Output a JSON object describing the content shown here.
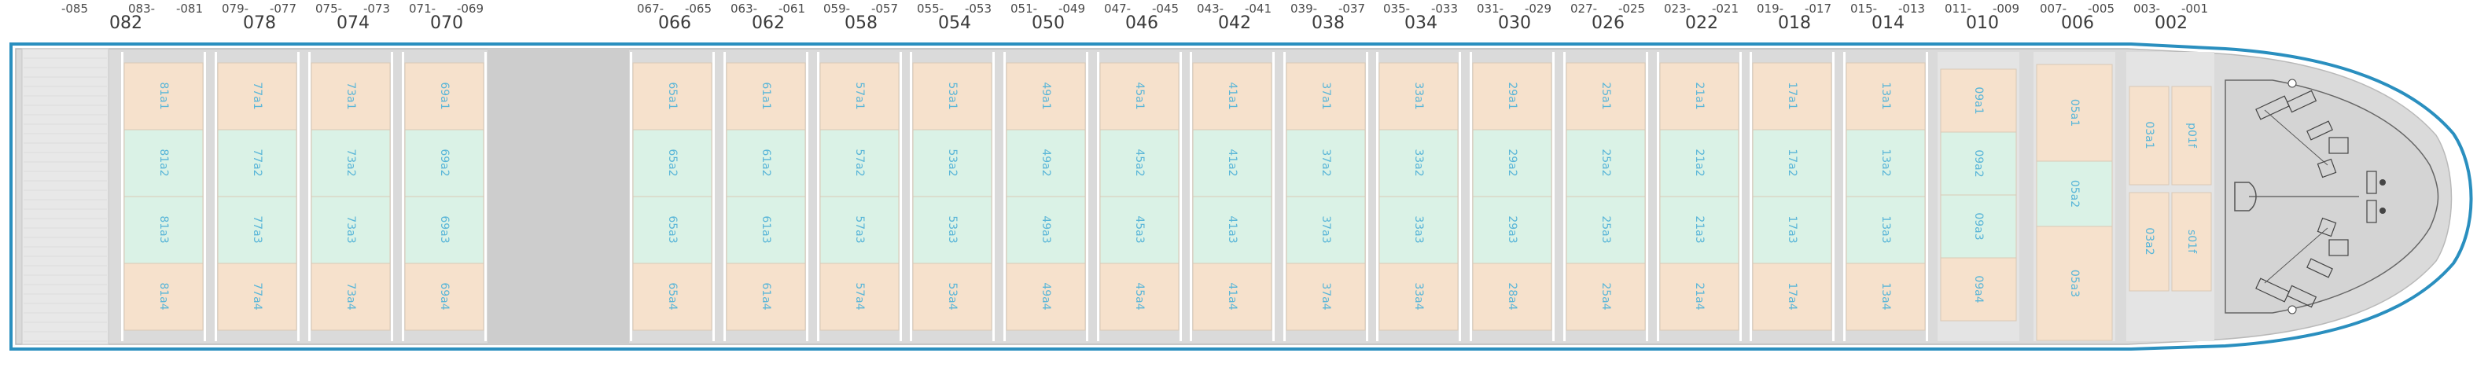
{
  "title": "Bay plan deck view",
  "colors": {
    "hull_outline": "#2a8fbf",
    "deck_gray": "#dadada",
    "deck_gray_dark": "#cdcdcd",
    "slot_orange": "#f6e1cc",
    "slot_green": "#daf2e6",
    "label_blue": "#5ab6d8",
    "bow_fill": "#d4d4d4"
  },
  "bays": [
    {
      "small_left": "-085",
      "small_right": "",
      "big": "082",
      "slots": []
    },
    {
      "small_left": "083-",
      "small_right": "-081",
      "big": "082",
      "slots": [
        "81a1",
        "81a2",
        "81a3",
        "81a4"
      ]
    },
    {
      "small_left": "079-",
      "small_right": "-077",
      "big": "078",
      "slots": [
        "77a1",
        "77a2",
        "77a3",
        "77a4"
      ]
    },
    {
      "small_left": "075-",
      "small_right": "-073",
      "big": "074",
      "slots": [
        "73a1",
        "73a2",
        "73a3",
        "73a4"
      ]
    },
    {
      "small_left": "071-",
      "small_right": "-069",
      "big": "070",
      "slots": [
        "69a1",
        "69a2",
        "69a3",
        "69a4"
      ]
    },
    {
      "small_left": "067-",
      "small_right": "-065",
      "big": "066",
      "slots": [
        "65a1",
        "65a2",
        "65a3",
        "65a4"
      ]
    },
    {
      "small_left": "063-",
      "small_right": "-061",
      "big": "062",
      "slots": [
        "61a1",
        "61a2",
        "61a3",
        "61a4"
      ]
    },
    {
      "small_left": "059-",
      "small_right": "-057",
      "big": "058",
      "slots": [
        "57a1",
        "57a2",
        "57a3",
        "57a4"
      ]
    },
    {
      "small_left": "055-",
      "small_right": "-053",
      "big": "054",
      "slots": [
        "53a1",
        "53a2",
        "53a3",
        "53a4"
      ]
    },
    {
      "small_left": "051-",
      "small_right": "-049",
      "big": "050",
      "slots": [
        "49a1",
        "49a2",
        "49a3",
        "49a4"
      ]
    },
    {
      "small_left": "047-",
      "small_right": "-045",
      "big": "046",
      "slots": [
        "45a1",
        "45a2",
        "45a3",
        "45a4"
      ]
    },
    {
      "small_left": "043-",
      "small_right": "-041",
      "big": "042",
      "slots": [
        "41a1",
        "41a2",
        "41a3",
        "41a4"
      ]
    },
    {
      "small_left": "039-",
      "small_right": "-037",
      "big": "038",
      "slots": [
        "37a1",
        "37a2",
        "37a3",
        "37a4"
      ]
    },
    {
      "small_left": "035-",
      "small_right": "-033",
      "big": "034",
      "slots": [
        "33a1",
        "33a2",
        "33a3",
        "33a4"
      ]
    },
    {
      "small_left": "031-",
      "small_right": "-029",
      "big": "030",
      "slots": [
        "29a1",
        "29a2",
        "29a3",
        "28a4"
      ]
    },
    {
      "small_left": "027-",
      "small_right": "-025",
      "big": "026",
      "slots": [
        "25a1",
        "25a2",
        "25a3",
        "25a4"
      ]
    },
    {
      "small_left": "023-",
      "small_right": "-021",
      "big": "022",
      "slots": [
        "21a1",
        "21a2",
        "21a3",
        "21a4"
      ]
    },
    {
      "small_left": "019-",
      "small_right": "-017",
      "big": "018",
      "slots": [
        "17a1",
        "17a2",
        "17a3",
        "17a4"
      ]
    },
    {
      "small_left": "015-",
      "small_right": "-013",
      "big": "014",
      "slots": [
        "13a1",
        "13a2",
        "13a3",
        "13a4"
      ]
    },
    {
      "small_left": "011-",
      "small_right": "-009",
      "big": "010",
      "slots": [
        "09a1",
        "09a2",
        "09a3",
        "09a4"
      ]
    },
    {
      "small_left": "007-",
      "small_right": "-005",
      "big": "006",
      "slots": [
        "05a1",
        "05a2",
        "05a3"
      ]
    },
    {
      "small_left": "003-",
      "small_right": "-001",
      "big": "002",
      "slots": [
        "03a1",
        "03a2",
        "p01f",
        "s01f"
      ]
    }
  ]
}
